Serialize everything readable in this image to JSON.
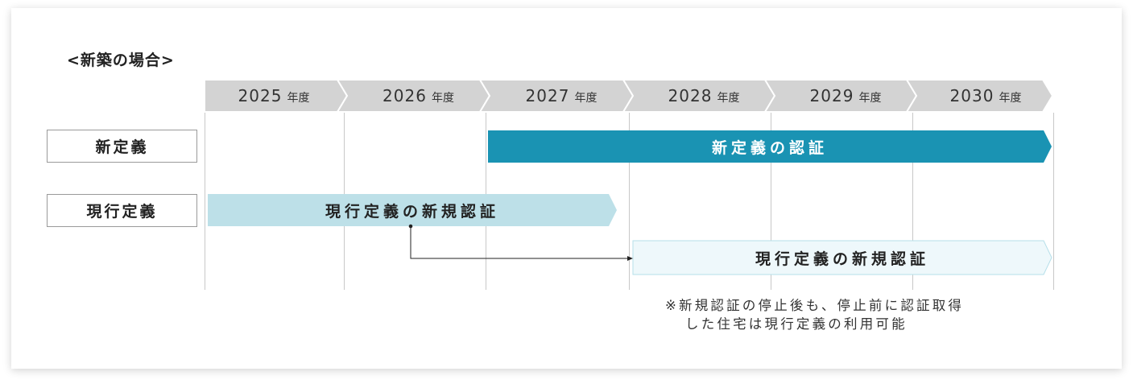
{
  "title": "<新築の場合>",
  "years": [
    {
      "year": "2025",
      "unit": "年度"
    },
    {
      "year": "2026",
      "unit": "年度"
    },
    {
      "year": "2027",
      "unit": "年度"
    },
    {
      "year": "2028",
      "unit": "年度"
    },
    {
      "year": "2029",
      "unit": "年度"
    },
    {
      "year": "2030",
      "unit": "年度"
    }
  ],
  "rows": [
    {
      "label": "新定義"
    },
    {
      "label": "現行定義"
    }
  ],
  "bars": {
    "new_definition": "新定義の認証",
    "current_definition": "現行定義の新規認証",
    "current_definition_continued": "現行定義の新規認証"
  },
  "note": {
    "line1": "※新規認証の停止後も、停止前に認証取得",
    "line2": "した住宅は現行定義の利用可能"
  },
  "colors": {
    "header": "#d3d3d3",
    "new_bar": "#1a93b3",
    "current_bar": "#bde0e8",
    "continued_bar": "#eef8fb",
    "continued_border": "#b6dfe9",
    "grid": "#c8c8c8"
  }
}
